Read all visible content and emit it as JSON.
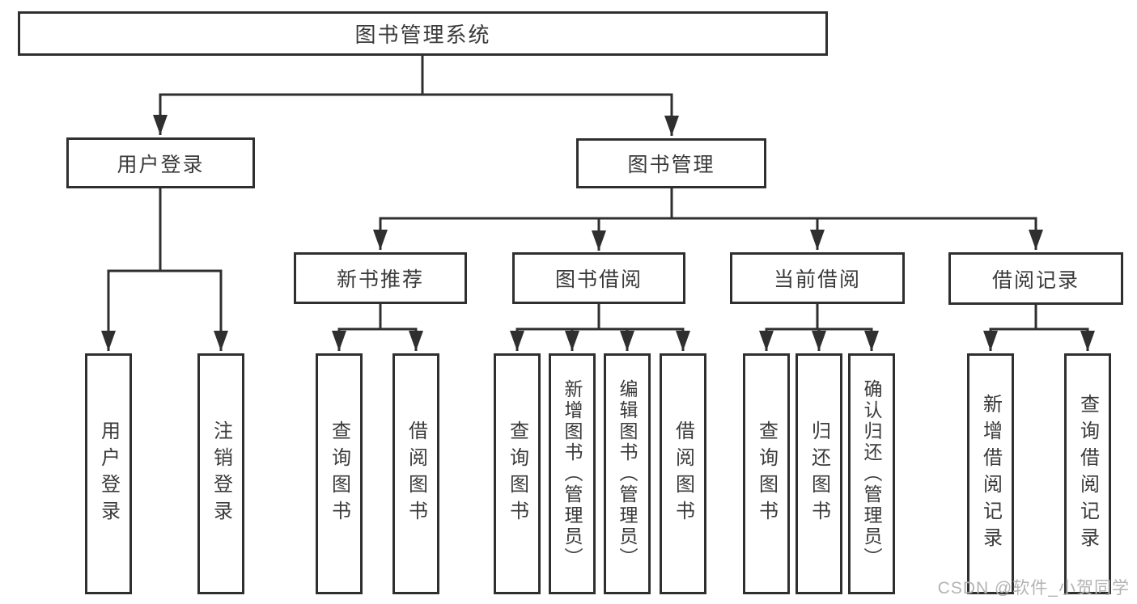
{
  "diagram": {
    "title": "图书管理系统",
    "root": {
      "label": "图书管理系统"
    },
    "level2": [
      {
        "id": "user-login",
        "label": "用户登录",
        "parent": "图书管理系统"
      },
      {
        "id": "book-management",
        "label": "图书管理",
        "parent": "图书管理系统"
      }
    ],
    "level3": [
      {
        "id": "new-book-recommend",
        "label": "新书推荐",
        "parent": "图书管理"
      },
      {
        "id": "book-borrow",
        "label": "图书借阅",
        "parent": "图书管理"
      },
      {
        "id": "current-borrow",
        "label": "当前借阅",
        "parent": "图书管理"
      },
      {
        "id": "borrow-records",
        "label": "借阅记录",
        "parent": "图书管理"
      }
    ],
    "leaves": [
      {
        "label": "用户登录",
        "parent": "用户登录"
      },
      {
        "label": "注销登录",
        "parent": "用户登录"
      },
      {
        "label": "查询图书",
        "parent": "新书推荐"
      },
      {
        "label": "借阅图书",
        "parent": "新书推荐"
      },
      {
        "label": "查询图书",
        "parent": "图书借阅"
      },
      {
        "label": "新增图书（管理员）",
        "parent": "图书借阅"
      },
      {
        "label": "编辑图书（管理员）",
        "parent": "图书借阅"
      },
      {
        "label": "借阅图书",
        "parent": "图书借阅"
      },
      {
        "label": "查询图书",
        "parent": "当前借阅"
      },
      {
        "label": "归还图书",
        "parent": "当前借阅"
      },
      {
        "label": "确认归还（管理员）",
        "parent": "当前借阅"
      },
      {
        "label": "新增借阅记录",
        "parent": "借阅记录"
      },
      {
        "label": "查询借阅记录",
        "parent": "借阅记录"
      }
    ]
  },
  "watermark": {
    "text": "CSDN @软件_小贺同学"
  },
  "colors": {
    "line": "#2f2f2f",
    "border": "#2f2f2f",
    "text": "#3a3a3a",
    "watermark": "#acacac",
    "background": "#ffffff"
  }
}
